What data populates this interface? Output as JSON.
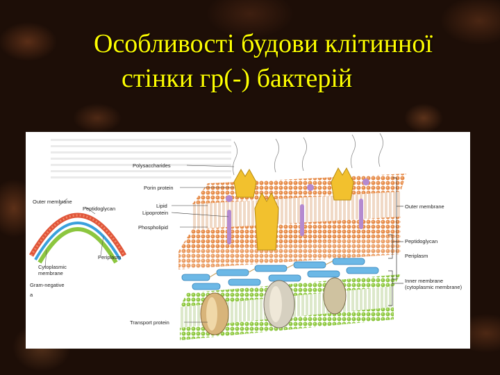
{
  "slide": {
    "title_line1": "Особливості будови клітинної",
    "title_line2": "стінки гр(-) бактерій"
  },
  "inset": {
    "outer_membrane": "Outer membrane",
    "peptidoglycan": "Peptidoglycan",
    "periplasm": "Periplasm",
    "cytoplasmic_membrane_1": "Cytoplasmic",
    "cytoplasmic_membrane_2": "membrane",
    "caption": "Gram-negative",
    "panel_letter": "a"
  },
  "left_labels": {
    "polysaccharides": "Polysaccharides",
    "porin_protein": "Porin protein",
    "lipid": "Lipid",
    "lipoprotein": "Lipoprotein",
    "phospholipid": "Phospholipid",
    "transport_protein": "Transport protein"
  },
  "right_labels": {
    "outer_membrane": "Outer membrane",
    "peptidoglycan": "Peptidoglycan",
    "periplasm": "Periplasm",
    "inner_membrane_1": "Inner membrane",
    "inner_membrane_2": "(cytoplasmic membrane)"
  },
  "colors": {
    "title": "#ffff00",
    "outer_layer": "#e07a3a",
    "peptidoglycan": "#4aa8d8",
    "inner_layer": "#8cc63f",
    "porin": "#f2c12e"
  }
}
